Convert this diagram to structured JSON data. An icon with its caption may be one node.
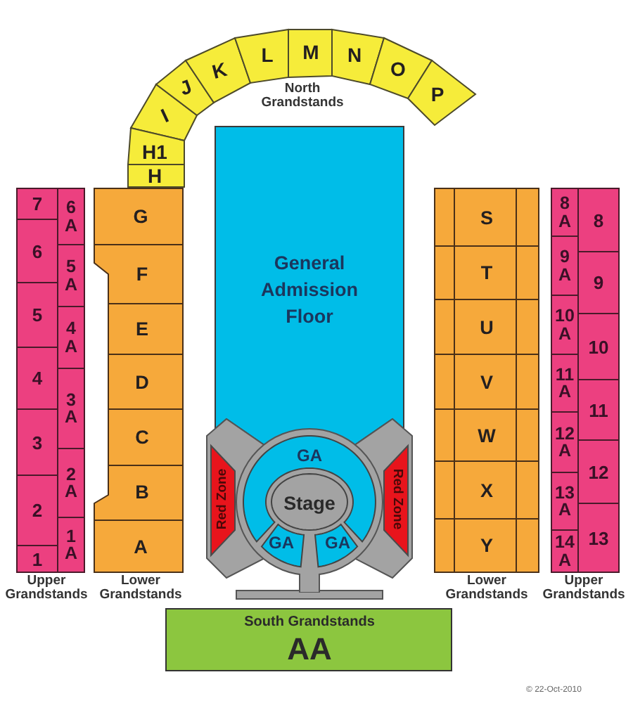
{
  "diagram": {
    "nodes": [
      {
        "text": [
          "I"
        ]
      },
      {
        "text": [
          "J"
        ]
      },
      {
        "text": [
          "K"
        ]
      },
      {
        "text": [
          "L"
        ]
      },
      {
        "text": [
          "M"
        ]
      },
      {
        "text": [
          "N"
        ]
      },
      {
        "text": [
          "O"
        ]
      },
      {
        "text": [
          "P"
        ]
      },
      {
        "text": [
          "H1"
        ]
      },
      {
        "text": [
          "H"
        ]
      },
      {
        "text": [
          "General Admission Floor"
        ]
      },
      {
        "text": [
          "7"
        ]
      },
      {
        "text": [
          "6"
        ]
      },
      {
        "text": [
          "5"
        ]
      },
      {
        "text": [
          "4"
        ]
      },
      {
        "text": [
          "3"
        ]
      },
      {
        "text": [
          "2"
        ]
      },
      {
        "text": [
          "1"
        ]
      },
      {
        "text": [
          "6 A"
        ]
      },
      {
        "text": [
          "5 A"
        ]
      },
      {
        "text": [
          "4 A"
        ]
      },
      {
        "text": [
          "3 A"
        ]
      },
      {
        "text": [
          "2 A"
        ]
      },
      {
        "text": [
          "1 A"
        ]
      },
      {
        "text": [
          "G"
        ]
      },
      {
        "text": [
          "F"
        ]
      },
      {
        "text": [
          "E"
        ]
      },
      {
        "text": [
          "D"
        ]
      },
      {
        "text": [
          "C"
        ]
      },
      {
        "text": [
          "B"
        ]
      },
      {
        "text": [
          "A"
        ]
      },
      {
        "text": [
          "S"
        ]
      },
      {
        "text": [
          "T"
        ]
      },
      {
        "text": [
          "U"
        ]
      },
      {
        "text": [
          "V"
        ]
      },
      {
        "text": [
          "W"
        ]
      },
      {
        "text": [
          "X"
        ]
      },
      {
        "text": [
          "Y"
        ]
      },
      {
        "text": [
          "8 A"
        ]
      },
      {
        "text": [
          "9 A"
        ]
      },
      {
        "text": [
          "10 A"
        ]
      },
      {
        "text": [
          "11 A"
        ]
      },
      {
        "text": [
          "12 A"
        ]
      },
      {
        "text": [
          "13 A"
        ]
      },
      {
        "text": [
          "14 A"
        ]
      },
      {
        "text": [
          "8"
        ]
      },
      {
        "text": [
          "9"
        ]
      },
      {
        "text": [
          "10"
        ]
      },
      {
        "text": [
          "11"
        ]
      },
      {
        "text": [
          "12"
        ]
      },
      {
        "text": [
          "13"
        ]
      },
      {
        "text": [
          "Red Zone"
        ]
      },
      {
        "text": [
          "GA"
        ]
      },
      {
        "text": [
          "Stage"
        ]
      },
      {
        "text": [
          "Red Zone"
        ]
      },
      {
        "text": [
          "GA"
        ]
      },
      {
        "text": [
          "GA"
        ]
      },
      {
        "text": [
          "South Grandstands",
          "AA"
        ]
      }
    ],
    "labels": [
      "North Grandstands",
      "Upper Grandstands",
      "Lower Grandstands",
      "Lower Grandstands",
      "Upper Grandstands",
      "© 22-Oct-2010"
    ]
  }
}
